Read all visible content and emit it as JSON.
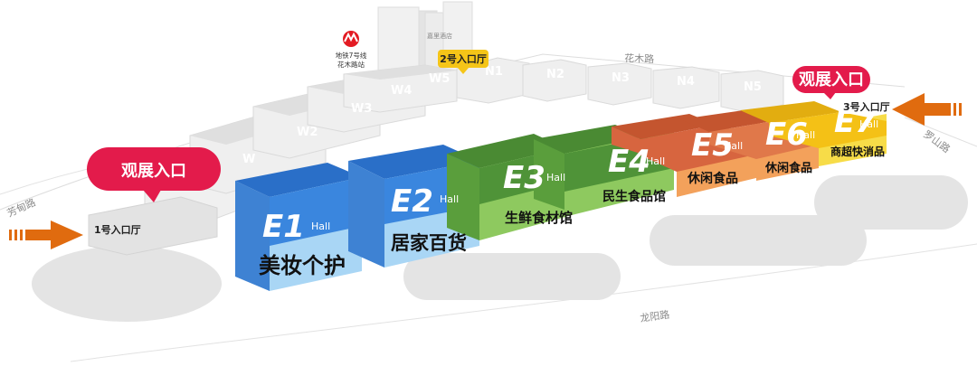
{
  "roads": {
    "fangdian": "芳甸路",
    "huamu": "花木路",
    "longyang": "龙阳路",
    "luoshan": "罗山路"
  },
  "metro": {
    "line1": "地铁7号线",
    "line2": "花木路站"
  },
  "hotel": "嘉里酒店",
  "entrances": {
    "e1": "1号入口厅",
    "e2": "2号入口厅",
    "e3": "3号入口厅"
  },
  "visitor_entrance": "观展入口",
  "hall_suffix": "Hall",
  "grey_halls": {
    "W": "W",
    "W2": "W2",
    "W3": "W3",
    "W4": "W4",
    "W5": "W5",
    "N1": "N1",
    "N2": "N2",
    "N3": "N3",
    "N4": "N4",
    "N5": "N5"
  },
  "halls": [
    {
      "id": "E1",
      "category": "美妆个护",
      "color": "#2f7fd6"
    },
    {
      "id": "E2",
      "category": "居家百货",
      "color": "#3b86d6"
    },
    {
      "id": "E3",
      "category": "生鲜食材馆",
      "color": "#5a9e3c"
    },
    {
      "id": "E4",
      "category": "民生食品馆",
      "color": "#5a9e3c"
    },
    {
      "id": "E5",
      "category": "休闲食品",
      "color": "#d9704a"
    },
    {
      "id": "E6",
      "category": "休闲食品",
      "color": "#e0784a"
    },
    {
      "id": "E7",
      "category": "商超快消品",
      "color": "#f5c21b"
    }
  ],
  "colors": {
    "blue_top": "#3a86de",
    "blue_face": "#a9d6f5",
    "green_top": "#4f9338",
    "green_face": "#8ec95f",
    "orange_top": "#d7653f",
    "orange_face": "#f3a15b",
    "yellow_top": "#f4c116",
    "yellow_face": "#f7dc48",
    "pill_red": "#e31b4b",
    "arrow_orange": "#e06b0f",
    "badge_yellow": "#f5c518"
  }
}
